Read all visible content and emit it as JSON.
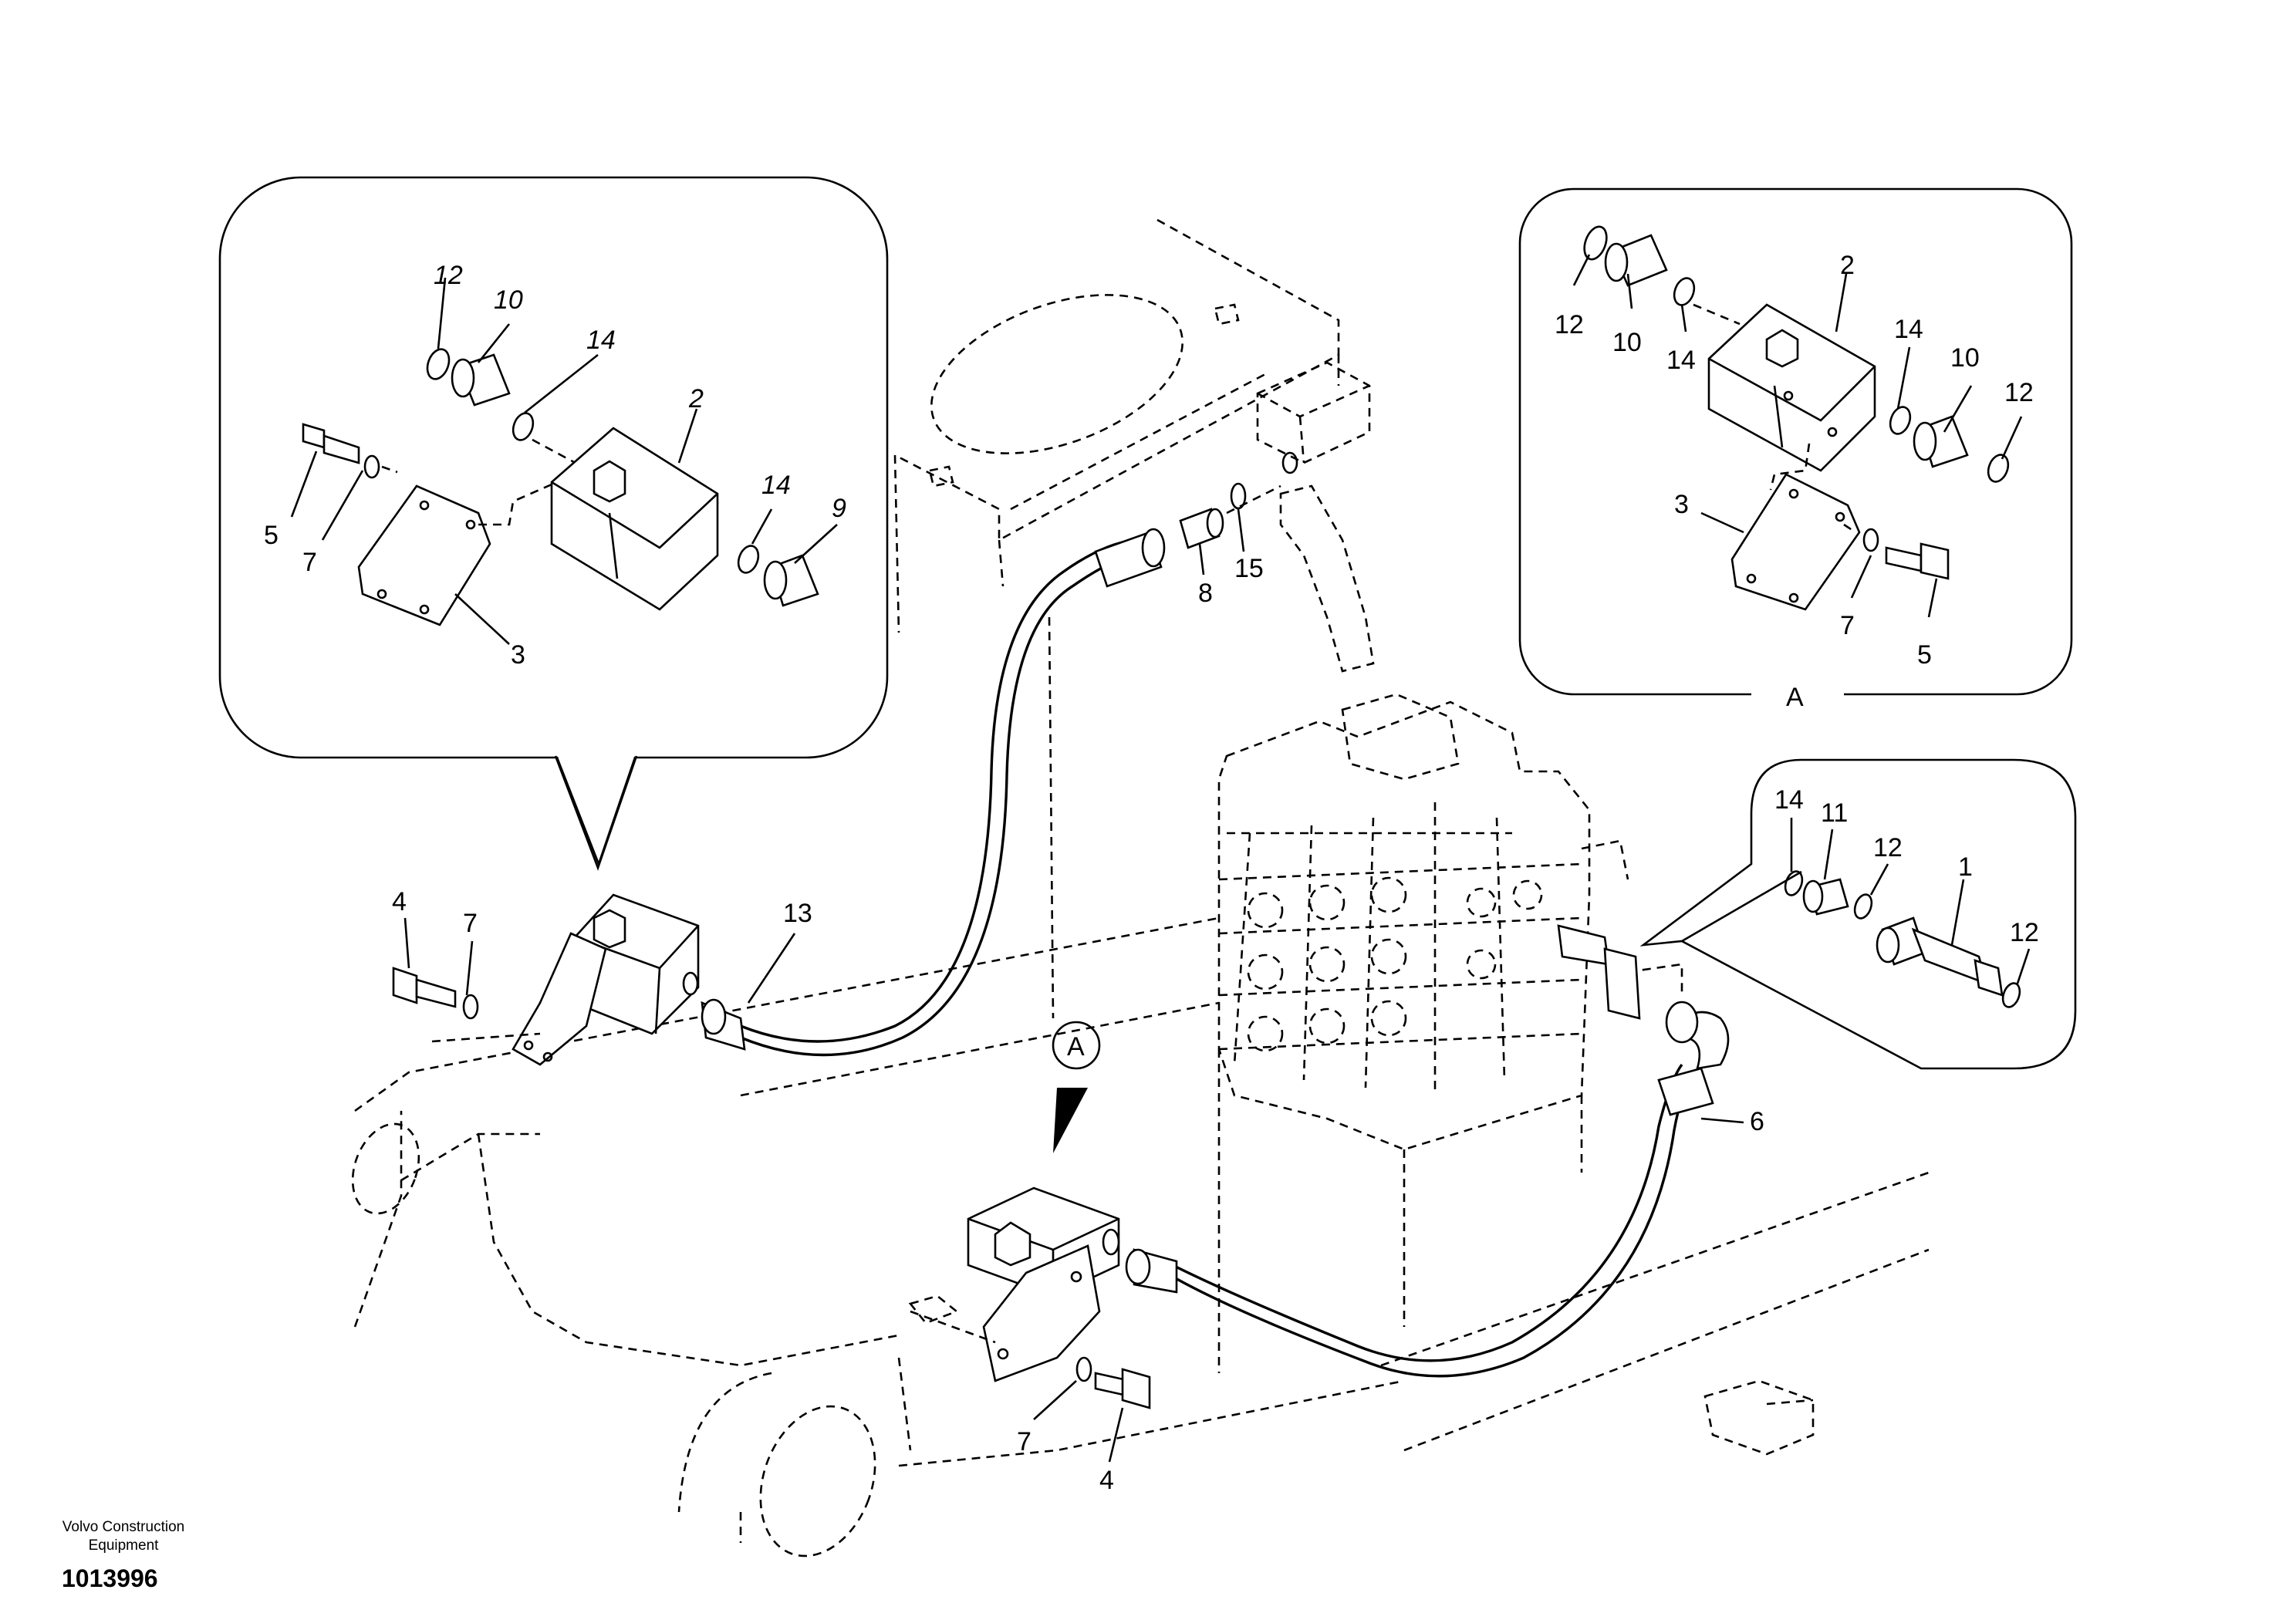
{
  "brand": {
    "line1": "Volvo Construction",
    "line2": "Equipment"
  },
  "document_number": "1013996",
  "detail_view_marker": "A",
  "callouts": {
    "inset_left": [
      "12",
      "10",
      "14",
      "2",
      "14",
      "9",
      "5",
      "7",
      "3"
    ],
    "inset_right": [
      "12",
      "10",
      "14",
      "2",
      "14",
      "10",
      "12",
      "3",
      "7",
      "5"
    ],
    "inset_right_view_label": "A",
    "inset_small": [
      "14",
      "11",
      "12",
      "1",
      "12"
    ],
    "main": [
      "8",
      "15",
      "4",
      "7",
      "13",
      "6",
      "7",
      "4"
    ]
  }
}
